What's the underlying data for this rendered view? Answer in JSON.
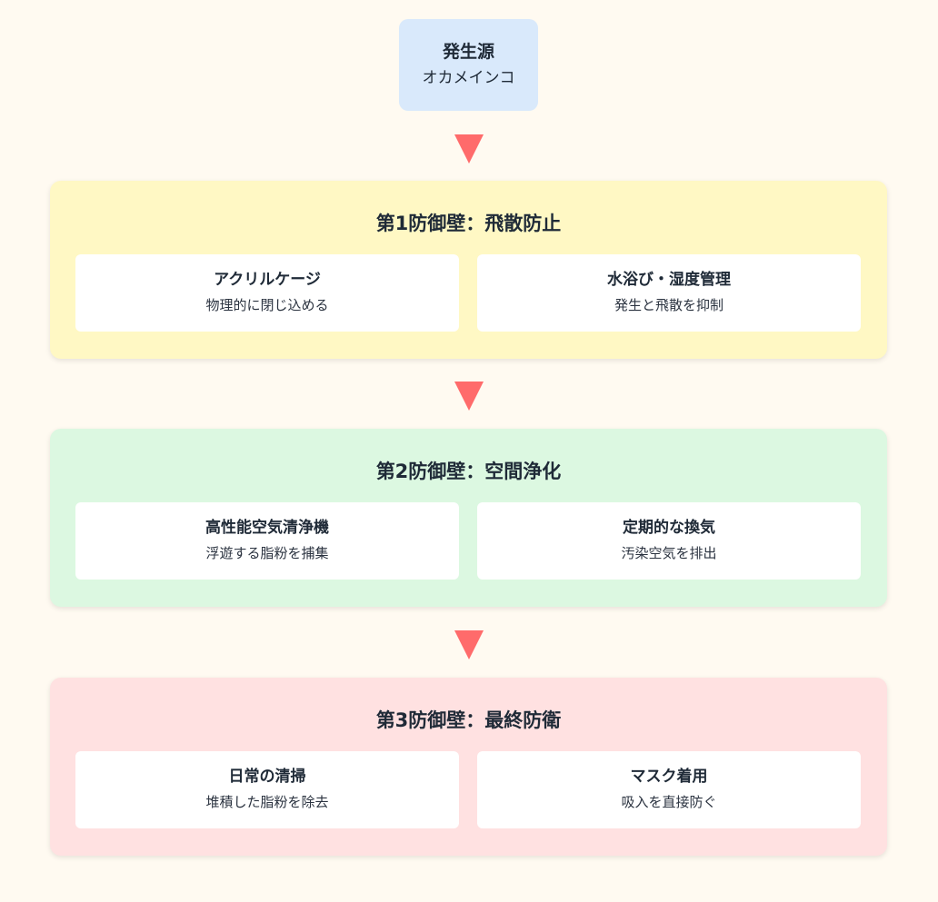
{
  "source": {
    "title": "発生源",
    "subtitle": "オカメインコ"
  },
  "walls": [
    {
      "title": "第1防御壁：飛散防止",
      "color": "#fff8c4",
      "items": [
        {
          "title": "アクリルケージ",
          "desc": "物理的に閉じ込める"
        },
        {
          "title": "水浴び・湿度管理",
          "desc": "発生と飛散を抑制"
        }
      ]
    },
    {
      "title": "第2防御壁：空間浄化",
      "color": "#dcf8e1",
      "items": [
        {
          "title": "高性能空気清浄機",
          "desc": "浮遊する脂粉を捕集"
        },
        {
          "title": "定期的な換気",
          "desc": "汚染空気を排出"
        }
      ]
    },
    {
      "title": "第3防御壁：最終防衛",
      "color": "#ffe1e1",
      "items": [
        {
          "title": "日常の清掃",
          "desc": "堆積した脂粉を除去"
        },
        {
          "title": "マスク着用",
          "desc": "吸入を直接防ぐ"
        }
      ]
    }
  ],
  "colors": {
    "background": "#fffaf1",
    "source_box": "#d9e9fb",
    "arrow": "#ff6b6b"
  },
  "icons": {
    "arrow": "down-triangle-arrow"
  }
}
